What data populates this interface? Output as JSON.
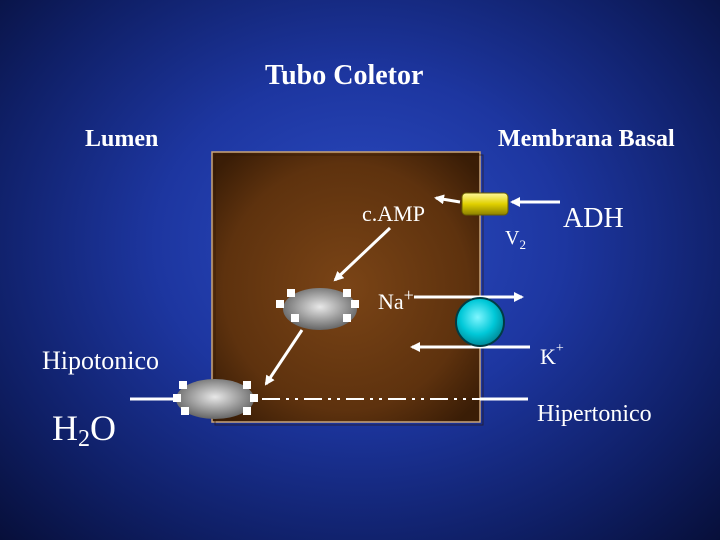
{
  "title": "Tubo Coletor",
  "labels": {
    "lumen": "Lumen",
    "membrana_basal": "Membrana Basal",
    "camp": "c.AMP",
    "adh": "ADH",
    "v2": "V",
    "v2_sub": "2",
    "na": "Na",
    "na_sup": "+",
    "k": "K",
    "k_sup": "+",
    "hipotonico": "Hipotonico",
    "h2o_h": "H",
    "h2o_sub": "2",
    "h2o_o": "O",
    "hipertonico": "Hipertonico"
  },
  "colors": {
    "background": "#1d36a0",
    "cell": "#6b3a12",
    "receptor": "#e0d000",
    "pump": "#00c8d8",
    "arrow": "#ffffff"
  }
}
